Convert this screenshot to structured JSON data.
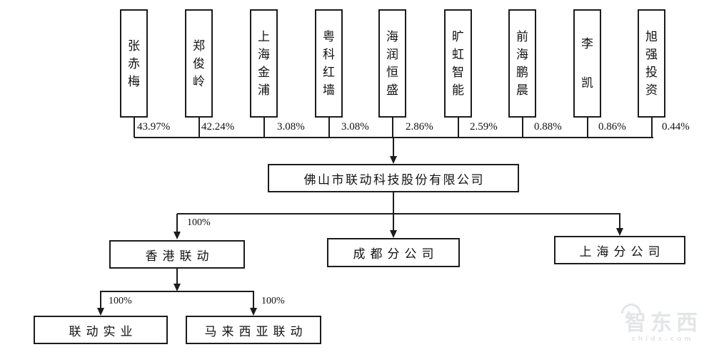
{
  "diagram": {
    "shareholders": [
      {
        "name": "张赤梅",
        "percent": "43.97%"
      },
      {
        "name": "郑俊岭",
        "percent": "42.24%"
      },
      {
        "name": "上海金浦",
        "percent": "3.08%"
      },
      {
        "name": "粤科红墙",
        "percent": "3.08%"
      },
      {
        "name": "海润恒盛",
        "percent": "2.86%"
      },
      {
        "name": "旷虹智能",
        "percent": "2.59%"
      },
      {
        "name": "前海鹏晨",
        "percent": "0.88%"
      },
      {
        "name": "李凯",
        "percent": "0.86%"
      },
      {
        "name": "旭强投资",
        "percent": "0.44%"
      }
    ],
    "company": "佛山市联动科技股份有限公司",
    "level1": [
      {
        "name": "香港联动",
        "ownership": "100%"
      },
      {
        "name": "成都分公司",
        "ownership": ""
      },
      {
        "name": "上海分公司",
        "ownership": ""
      }
    ],
    "level2": [
      {
        "name": "联动实业",
        "ownership": "100%"
      },
      {
        "name": "马来西亚联动",
        "ownership": "100%"
      }
    ],
    "watermark": {
      "text": "智东西",
      "sub": "zhidx.com"
    }
  }
}
